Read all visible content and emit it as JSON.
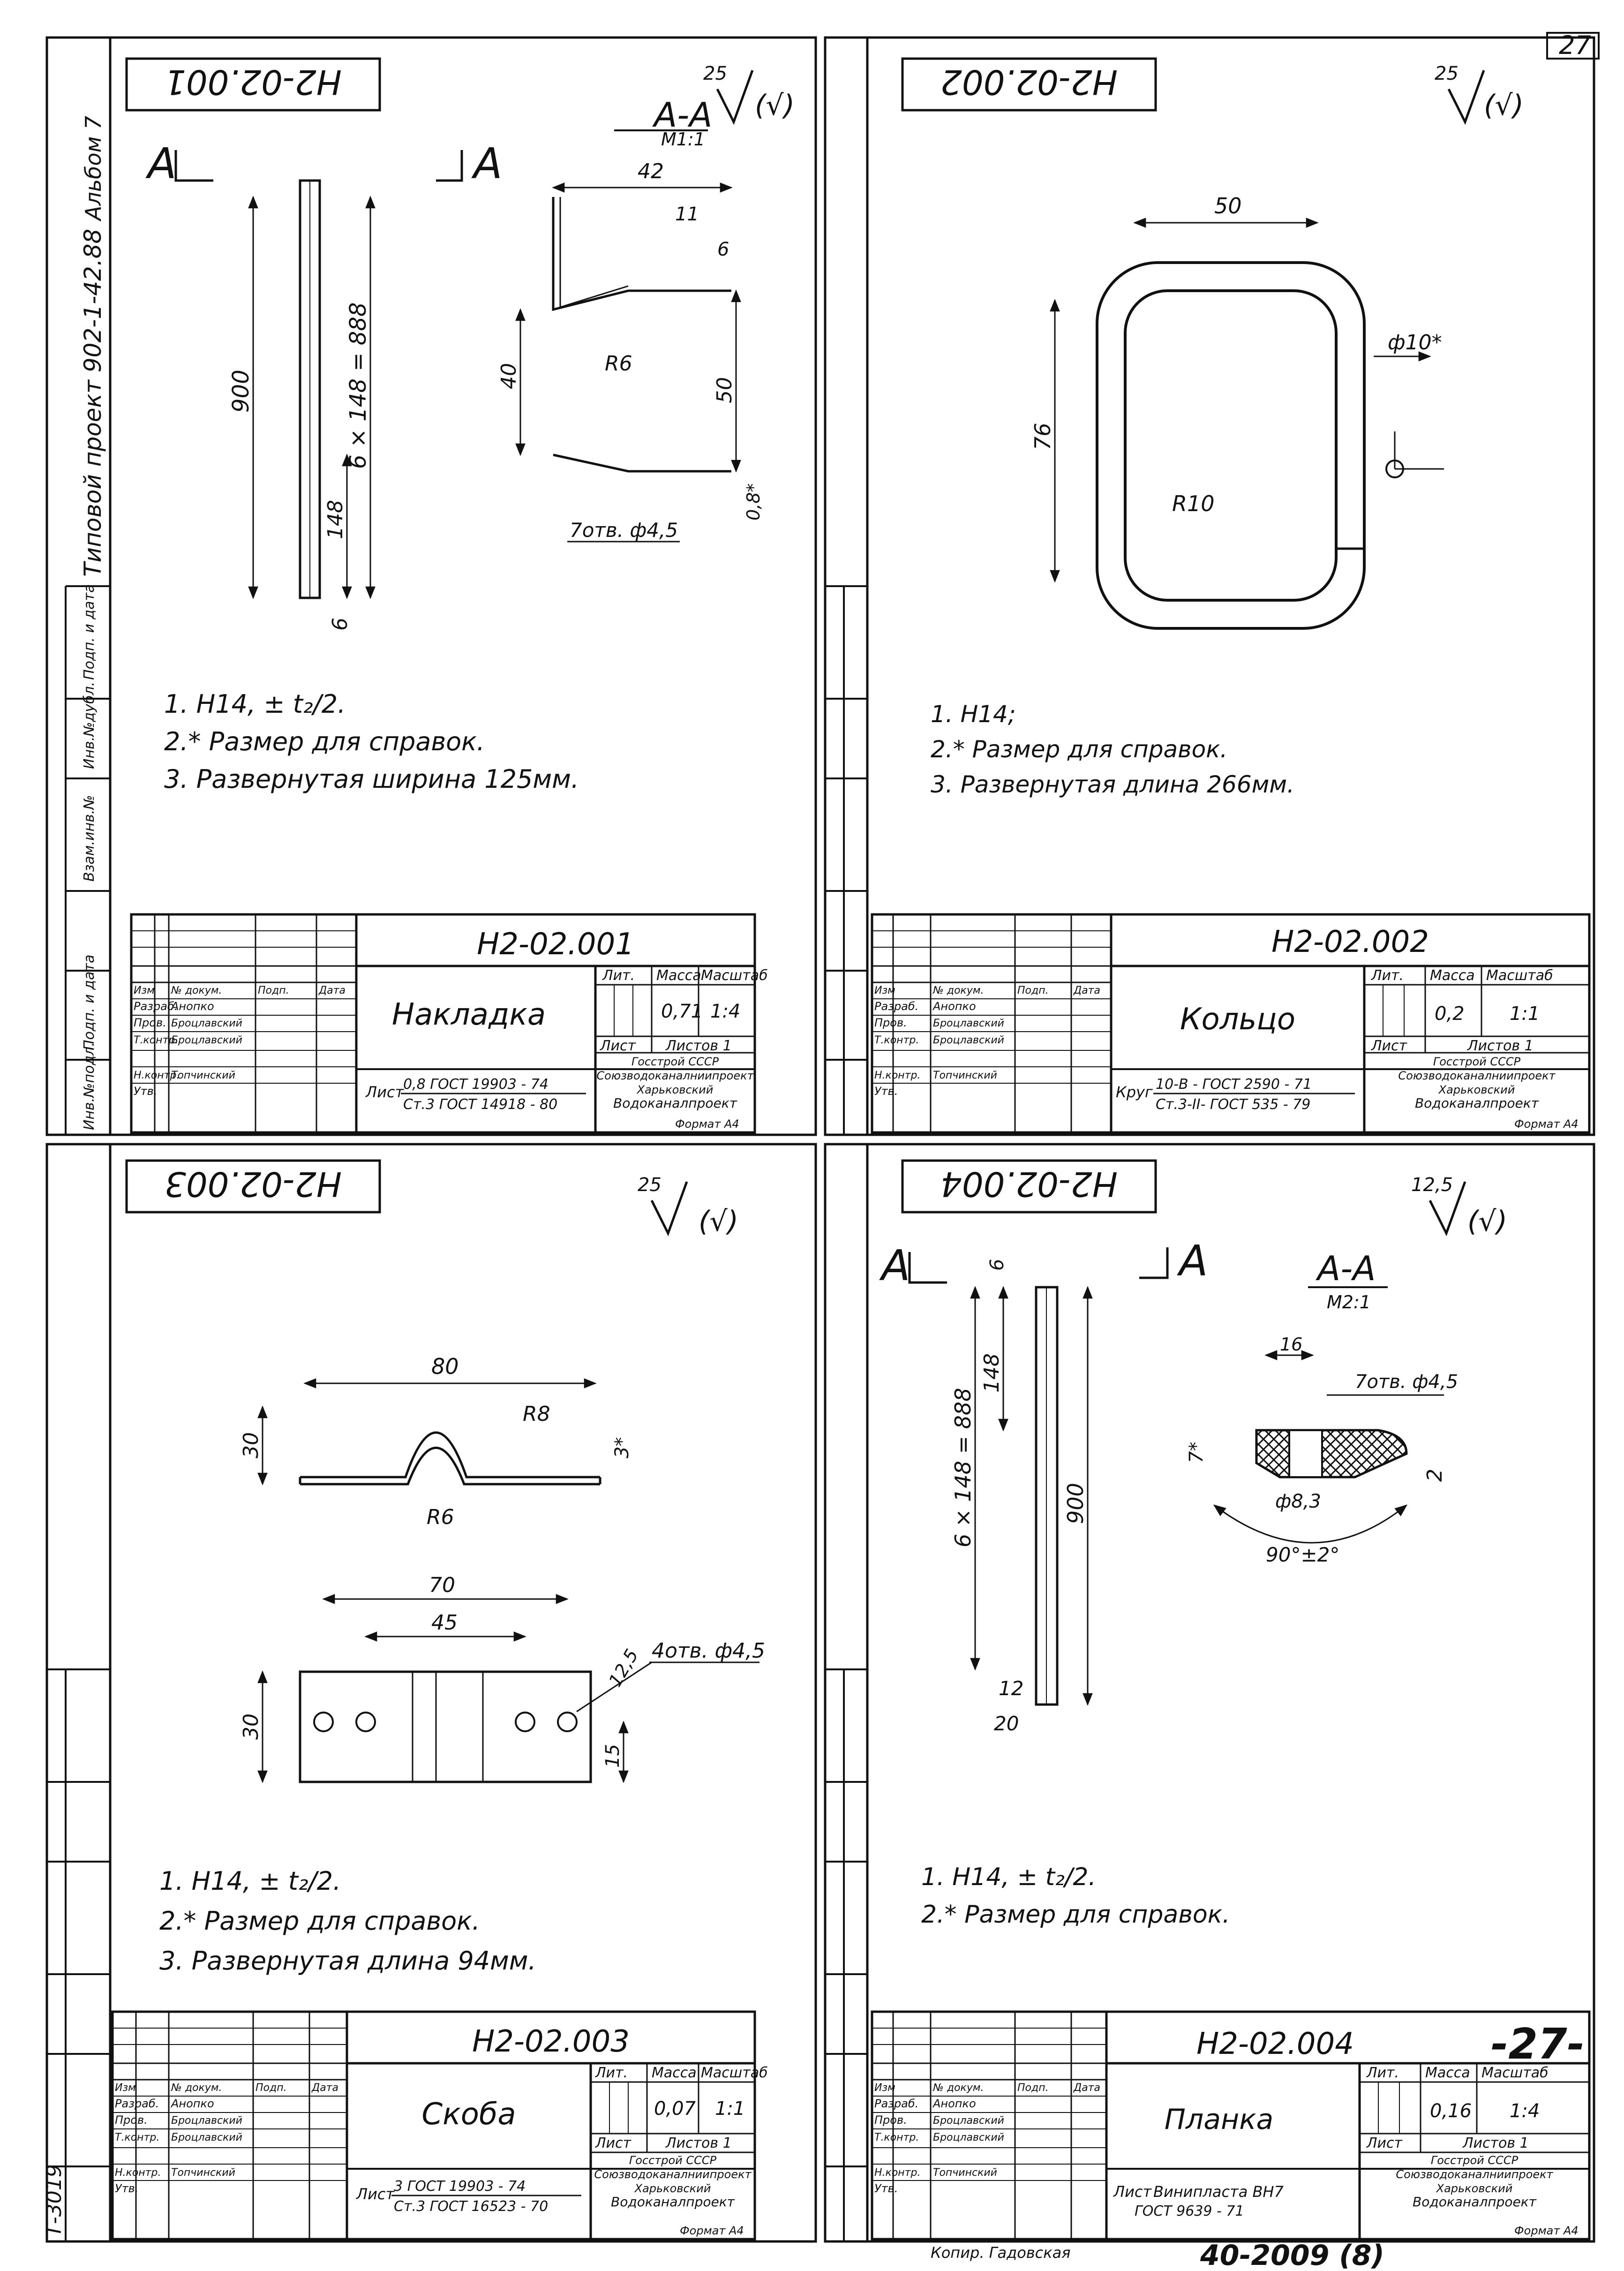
{
  "page_number": "27",
  "page_number_large": "-27-",
  "archive_code": "40-2009 (8)",
  "side_label": "Альбом 7",
  "side_project": "Типовой проект 902-1-42.88",
  "side_inv": "Т-3019",
  "stamp_side_labels": [
    "Инв.№подл.",
    "Подп. и дата",
    "Взам.инв.№",
    "Инв.№дубл.",
    "Подп. и дата"
  ],
  "copy_label": "Копир. Гадовская",
  "common": {
    "hdr_izm": "Изм",
    "hdr_list": "Лист",
    "hdr_doc": "№ докум.",
    "hdr_podp": "Подп.",
    "hdr_date": "Дата",
    "role_razrab": "Разраб.",
    "role_prov": "Пров.",
    "role_tkontr": "Т.контр.",
    "role_nkontr": "Н.контр.",
    "role_utv": "Утв.",
    "name_1": "Анопко",
    "name_2": "Броцлавский",
    "name_3": "Броцлавский",
    "name_4": "Топчинский",
    "lit": "Лит.",
    "mass": "Масса",
    "scale": "Масштаб",
    "sheet": "Лист",
    "sheets": "Листов 1",
    "org_1": "Госстрой СССР",
    "org_2": "Союзводоканалниипроект",
    "org_3": "Харьковский",
    "org_4": "Водоканалпроект",
    "format": "Формат А4"
  },
  "sheets": [
    {
      "code": "Н2-02.001",
      "name": "Накладка",
      "mass": "0,71",
      "scale": "1:4",
      "material_prefix": "Лист",
      "material_top": "0,8 ГОСТ 19903 - 74",
      "material_bottom": "Ст.3 ГОСТ 14918 - 80",
      "roughness": "25",
      "roughness_paren": "(√)",
      "section_label": "А-А",
      "section_scale": "М1:1",
      "view_mark": "А",
      "dims": {
        "height": "900",
        "spacing": "6 × 148 = 888",
        "pitch": "148",
        "end": "6",
        "top": "42",
        "slot": "11",
        "slot_small": "6",
        "radius": "R6",
        "side": "40",
        "depth": "50",
        "thickness": "0,8*",
        "holes": "7отв. ф4,5"
      },
      "notes": [
        "1. Н14, ± t₂/2.",
        "2.* Размер для справок.",
        "3. Развернутая ширина 125мм."
      ]
    },
    {
      "code": "Н2-02.002",
      "name": "Кольцо",
      "mass": "0,2",
      "scale": "1:1",
      "material_prefix": "Круг",
      "material_top": "10-В - ГОСТ 2590 - 71",
      "material_bottom": "Ст.3-II- ГОСТ 535 - 79",
      "roughness": "25",
      "roughness_paren": "(√)",
      "dims": {
        "width": "50",
        "height": "76",
        "radius": "R10",
        "diameter": "ф10*"
      },
      "notes": [
        "1. Н14;",
        "2.* Размер для справок.",
        "3. Развернутая длина 266мм."
      ]
    },
    {
      "code": "Н2-02.003",
      "name": "Скоба",
      "mass": "0,07",
      "scale": "1:1",
      "material_prefix": "Лист",
      "material_top": "3 ГОСТ 19903 - 74",
      "material_bottom": "Ст.3 ГОСТ 16523 - 70",
      "roughness": "25",
      "roughness_paren": "(√)",
      "dims": {
        "length": "80",
        "radius_top": "R8",
        "height": "30",
        "thickness": "3*",
        "radius_bottom": "R6",
        "hole_span": "70",
        "inner_span": "45",
        "edge": "12,5",
        "holes": "4отв. ф4,5",
        "height2": "30",
        "half": "15"
      },
      "notes": [
        "1. Н14, ± t₂/2.",
        "2.* Размер для справок.",
        "3. Развернутая длина 94мм."
      ]
    },
    {
      "code": "Н2-02.004",
      "name": "Планка",
      "mass": "0,16",
      "scale": "1:4",
      "material_prefix": "Лист",
      "material_top": "Винипласта ВН7",
      "material_bottom": "ГОСТ 9639 - 71",
      "roughness": "12,5",
      "roughness_paren": "(√)",
      "section_label": "А-А",
      "section_scale": "М2:1",
      "view_mark": "А",
      "dims": {
        "top": "6",
        "pitch": "148",
        "spacing": "6 × 148 = 888",
        "height": "900",
        "bottom1": "12",
        "bottom2": "20",
        "width": "16",
        "holes": "7отв. ф4,5",
        "thickness": "7*",
        "depth": "2",
        "diameter": "ф8,3",
        "angle": "90°±2°"
      },
      "notes": [
        "1. Н14, ± t₂/2.",
        "2.* Размер для справок."
      ]
    }
  ]
}
